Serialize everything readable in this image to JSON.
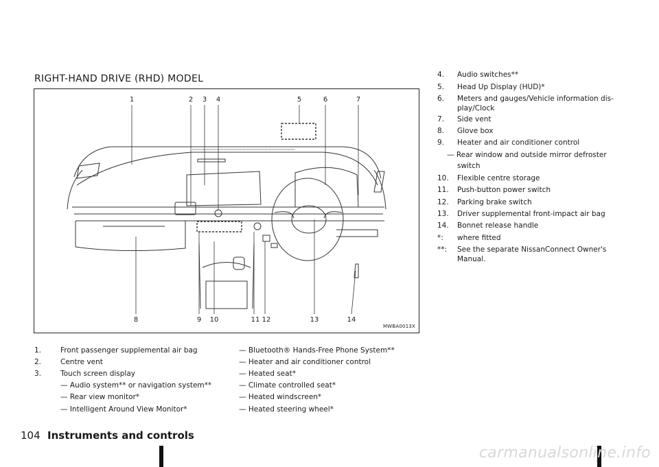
{
  "section_title": "RIGHT-HAND DRIVE (RHD) MODEL",
  "figure": {
    "code": "MWBA0013X",
    "top_callouts": [
      "1",
      "2",
      "3",
      "4",
      "5",
      "6",
      "7"
    ],
    "bottom_callouts": [
      "8",
      "9",
      "10",
      "11",
      "12",
      "13",
      "14"
    ]
  },
  "left_list": [
    {
      "num": "1.",
      "text": "Front passenger supplemental air bag"
    },
    {
      "num": "2.",
      "text": "Centre vent"
    },
    {
      "num": "3.",
      "text": "Touch screen display"
    }
  ],
  "left_sub": [
    "— Audio system** or navigation system**",
    "— Rear view monitor*",
    "— Intelligent Around View Monitor*"
  ],
  "middle_sub": [
    "— Bluetooth® Hands-Free Phone System**",
    "— Heater and air conditioner control",
    "— Heated seat*",
    "— Climate controlled seat*",
    "— Heated windscreen*",
    "— Heated steering wheel*"
  ],
  "right_list": [
    {
      "num": "4.",
      "text": "Audio switches**"
    },
    {
      "num": "5.",
      "text": "Head Up Display (HUD)*"
    },
    {
      "num": "6.",
      "text": "Meters and gauges/Vehicle information dis-",
      "cont": "play/Clock"
    },
    {
      "num": "7.",
      "text": "Side vent"
    },
    {
      "num": "8.",
      "text": "Glove box"
    },
    {
      "num": "9.",
      "text": "Heater and air conditioner control"
    },
    {
      "num": "",
      "text": "— Rear window and outside mirror defroster",
      "cont": "switch"
    },
    {
      "num": "10.",
      "text": "Flexible centre storage"
    },
    {
      "num": "11.",
      "text": "Push-button power switch"
    },
    {
      "num": "12.",
      "text": "Parking brake switch"
    },
    {
      "num": "13.",
      "text": "Driver supplemental front-impact air bag"
    },
    {
      "num": "14.",
      "text": "Bonnet release handle"
    },
    {
      "num": "*:",
      "text": "where fitted"
    },
    {
      "num": "**:",
      "text": "See the separate NissanConnect Owner's",
      "cont": "Manual."
    }
  ],
  "footer": {
    "page": "104",
    "title": "Instruments and controls"
  },
  "watermark": "carmanualsonline.info"
}
